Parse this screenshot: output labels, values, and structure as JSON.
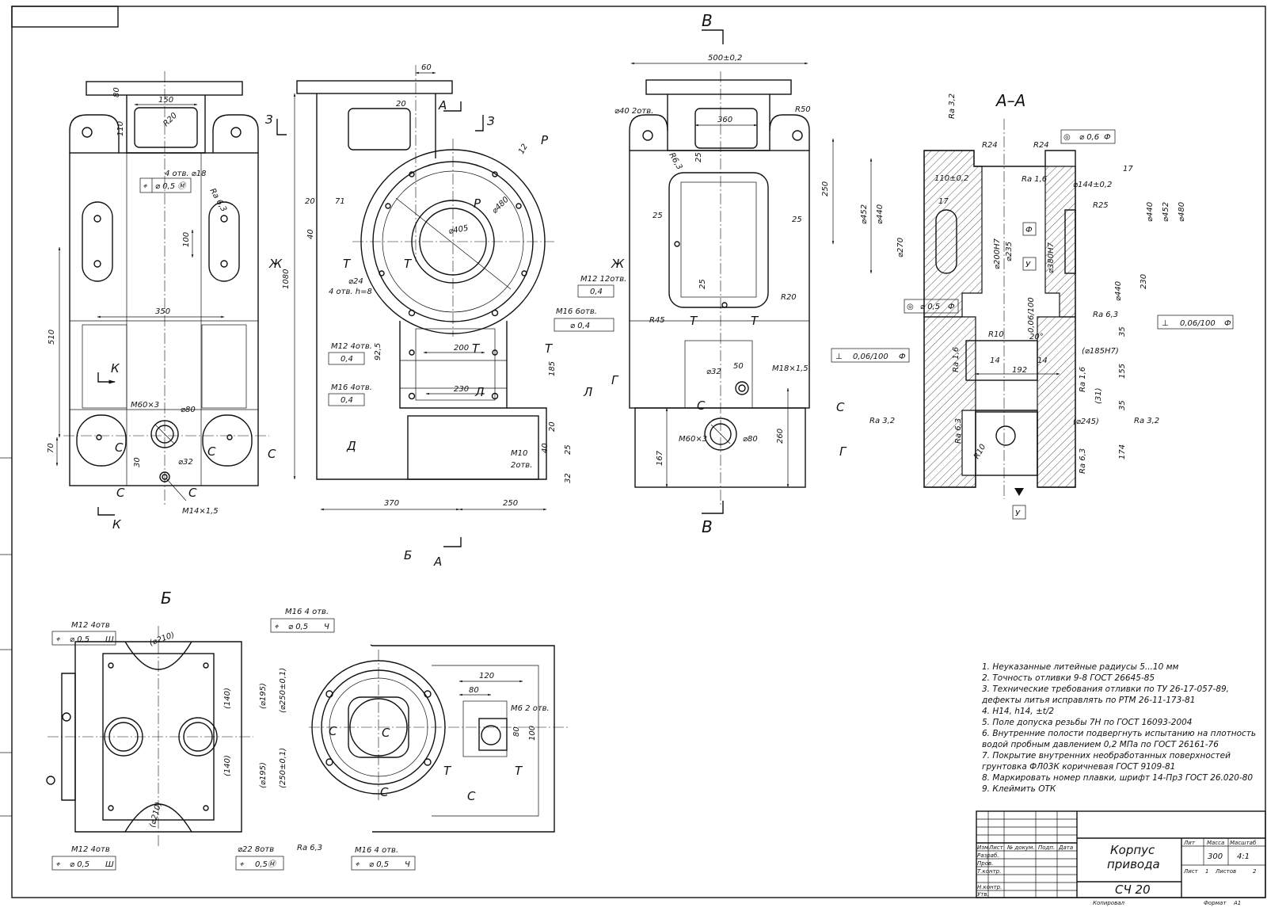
{
  "drawing": {
    "title_line1": "Корпус",
    "title_line2": "привода",
    "material": "СЧ 20",
    "mass": "300",
    "scale": "4:1",
    "sheet_label": "Лист",
    "sheet_no": "1",
    "sheets_label": "Листов",
    "sheets_total": "2",
    "col_lit": "Лит",
    "col_mass": "Масса",
    "col_scale": "Масштаб",
    "copied": "Копировал",
    "format_label": "Формат",
    "format": "А1",
    "rows": [
      "Изм",
      "Лист",
      "№ докум.",
      "Подп.",
      "Дата"
    ],
    "roles": [
      "Разраб.",
      "Пров.",
      "Т.контр.",
      "Н.контр.",
      "Утв."
    ]
  },
  "notes": [
    "1. Неуказанные литейные радиусы 5...10 мм",
    "2. Точность отливки 9-8 ГОСТ 26645-85",
    "3. Технические требования отливки по ТУ 26-17-057-89,",
    "дефекты литья исправлять по РТМ 26-11-173-81",
    "4. H14, h14, ±t/2",
    "5. Поле допуска резьбы 7Н по ГОСТ 16093-2004",
    "6. Внутренние полости подвергнуть испытанию на плотность",
    "водой пробным давлением 0,2 МПа по ГОСТ 26161-76",
    "7. Покрытие внутренних необработанных поверхностей",
    "грунтовка ФЛ03К коричневая ГОСТ 9109-81",
    "8. Маркировать номер плавки, шрифт 14-Пр3 ГОСТ 26.020-80",
    "9. Клеймить ОТК"
  ],
  "view_labels": {
    "section_aa": "А–А",
    "view_b": "Б",
    "arrow_v": "В",
    "arrow_a": "А",
    "arrow_z": "З",
    "arrow_p": "Р",
    "arrow_zh": "Ж",
    "arrow_k": "К",
    "arrow_l": "Л",
    "arrow_g": "Г",
    "arrow_d": "Д",
    "arrow_s": "С",
    "arrow_t": "Т",
    "datum_f": "Ф",
    "datum_u": "У"
  },
  "view1_dims": {
    "d150": "150",
    "d80": "80",
    "d110": "110",
    "r20": "R20",
    "holes": "4 отв. ⌀18",
    "ra63": "Ra 6,3",
    "d100": "100",
    "d350": "350",
    "d510": "510",
    "thread60": "M60×3",
    "d_phi80": "⌀80",
    "d70": "70",
    "d30": "30",
    "d_phi32": "⌀32",
    "m14": "M14×1,5",
    "fcf": "⌀ 0,5 Ⓜ"
  },
  "view2_dims": {
    "d60": "60",
    "d20": "20",
    "d20b": "20",
    "d71": "71",
    "d40": "40",
    "d1080": "1080",
    "d_phi24": "⌀24",
    "holes8": "4 отв. h=8",
    "d405": "⌀405",
    "d480": "⌀480",
    "d12": "12",
    "m12_4": "M12 4отв.",
    "fcf04": "0,4",
    "m16_4": "M16 4отв.",
    "m12_12": "M12 12отв.",
    "m16_6": "M16 6отв.",
    "fcf_phi04": "⌀ 0,4",
    "d925": "92,5",
    "d200": "200",
    "d185": "185",
    "d230": "230",
    "d20c": "20",
    "m10": "M10",
    "m10b": "2отв.",
    "d40b": "40",
    "d25": "25",
    "d32": "32",
    "d370": "370",
    "d250": "250"
  },
  "view3_dims": {
    "d500": "500±0,2",
    "d360": "360",
    "r50": "R50",
    "d40holes": "⌀40 2отв.",
    "r63": "R6,3",
    "d25a": "25",
    "d250": "250",
    "d25b": "25",
    "d25c": "25",
    "d25d": "25",
    "r20": "R20",
    "r45": "R45",
    "d_phi32": "⌀32",
    "d50": "50",
    "m18": "M18×1,5",
    "m60": "M60×3",
    "d_phi80": "⌀80",
    "d167": "167",
    "d260": "260"
  },
  "section_dims": {
    "ra32": "Ra 3,2",
    "r24a": "R24",
    "r24b": "R24",
    "fcf06": "⌀ 0,6",
    "d110": "110±0,2",
    "ra16": "Ra 1,6",
    "d144": "⌀144±0,2",
    "d17": "17",
    "d17b": "17",
    "d452": "⌀452",
    "d440": "⌀440",
    "d270": "⌀270",
    "d200h7": "⌀200H7",
    "d235": "⌀235",
    "d380h7": "⌀380H7",
    "r25": "R25",
    "d440b": "⌀440",
    "d452b": "⌀452",
    "d480": "⌀480",
    "d440c": "⌀440",
    "d230": "230",
    "d06_100": "0,06/100",
    "fcf05": "⌀ 0,5",
    "d20deg": "20°",
    "ra63": "Ra 6,3",
    "r10": "R10",
    "d14a": "14",
    "d14b": "14",
    "d192": "192",
    "d185h7": "(⌀185H7)",
    "d35a": "35",
    "d155": "155",
    "d31": "(31)",
    "d35b": "35",
    "d245": "(⌀245)",
    "d174": "174",
    "r10b": "R10"
  },
  "view_b_dims": {
    "m12_4": "M12 4отв",
    "fcf05": "⌀ 0,5",
    "datum_sh": "Ш",
    "d210": "(⌀210)",
    "d140": "(140)",
    "d195": "(⌀195)",
    "d250": "(⌀250±0,1)",
    "d140b": "(140)",
    "d195b": "(⌀195)",
    "d250b": "(250±0,1)",
    "d210b": "(⌀210)",
    "d22": "⌀22 8отв",
    "fcf05m": "0,5Ⓜ",
    "ra63": "Ra 6,3"
  },
  "view_c_dims": {
    "m16_4": "M16 4 отв.",
    "fcf05": "⌀ 0,5",
    "datum_ch": "Ч",
    "d120": "120",
    "d80": "80",
    "m6": "M6 2 отв.",
    "d80b": "80",
    "d100": "100"
  }
}
